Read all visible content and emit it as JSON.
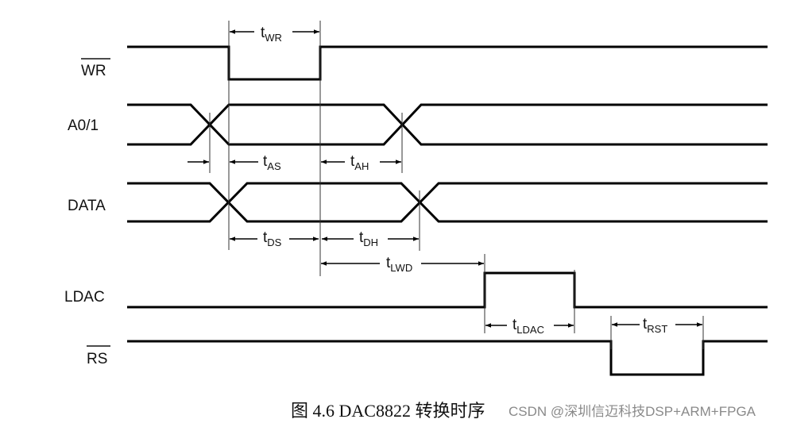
{
  "diagram": {
    "signals": [
      {
        "id": "wr",
        "label": "WR",
        "overline": true
      },
      {
        "id": "a01",
        "label": "A0/1",
        "overline": false
      },
      {
        "id": "data",
        "label": "DATA",
        "overline": false
      },
      {
        "id": "ldac",
        "label": "LDAC",
        "overline": false
      },
      {
        "id": "rs",
        "label": "RS",
        "overline": true
      }
    ],
    "timings": [
      {
        "id": "twr",
        "base": "t",
        "sub": "WR"
      },
      {
        "id": "tas",
        "base": "t",
        "sub": "AS"
      },
      {
        "id": "tah",
        "base": "t",
        "sub": "AH"
      },
      {
        "id": "tds",
        "base": "t",
        "sub": "DS"
      },
      {
        "id": "tdh",
        "base": "t",
        "sub": "DH"
      },
      {
        "id": "tlwd",
        "base": "t",
        "sub": "LWD"
      },
      {
        "id": "tldac",
        "base": "t",
        "sub": "LDAC"
      },
      {
        "id": "trst",
        "base": "t",
        "sub": "RST"
      }
    ]
  },
  "caption": "图 4.6 DAC8822 转换时序",
  "watermark": "CSDN @深圳信迈科技DSP+ARM+FPGA"
}
